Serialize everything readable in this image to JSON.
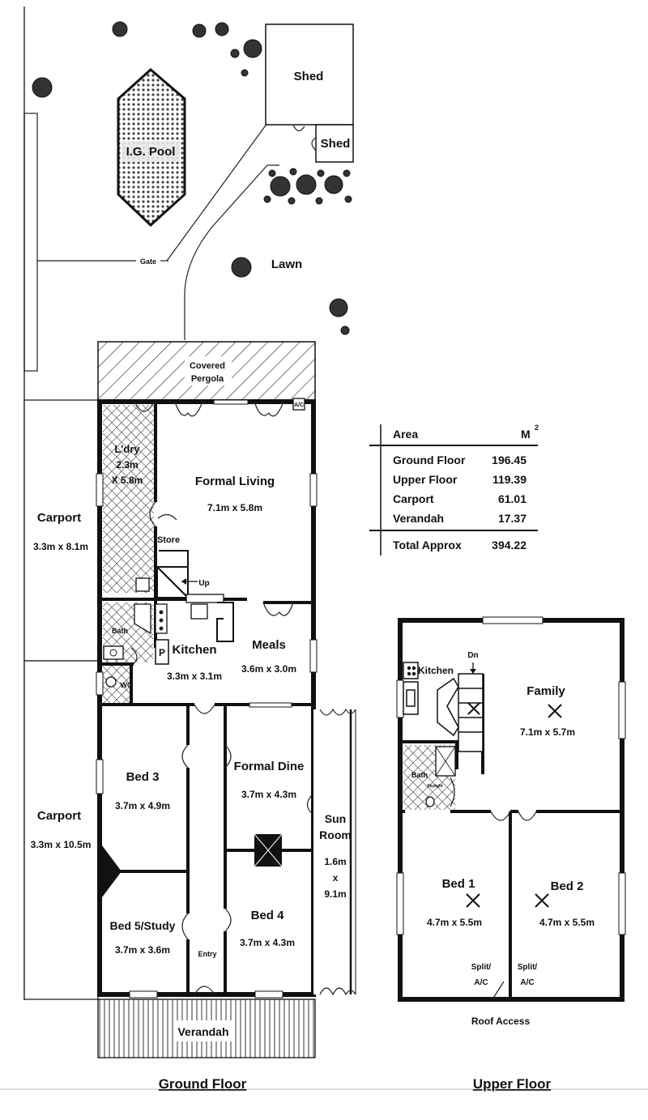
{
  "site": {
    "shed_large": "Shed",
    "shed_small": "Shed",
    "pool": "I.G. Pool",
    "gate": "Gate",
    "lawn": "Lawn",
    "pergola_line1": "Covered",
    "pergola_line2": "Pergola",
    "ac": "A/C"
  },
  "ground_floor": {
    "title": "Ground Floor",
    "rooms": {
      "laundry": {
        "name": "L'dry",
        "dim1": "2.3m",
        "dim2": "X 5.8m"
      },
      "formal_living": {
        "name": "Formal Living",
        "dim": "7.1m x 5.8m"
      },
      "store": {
        "name": "Store"
      },
      "up": {
        "name": "Up"
      },
      "carport_top": {
        "name": "Carport",
        "dim": "3.3m x 8.1m"
      },
      "bath": {
        "name": "Bath"
      },
      "pantry": {
        "name": "P"
      },
      "kitchen": {
        "name": "Kitchen",
        "dim": "3.3m x 3.1m"
      },
      "meals": {
        "name": "Meals",
        "dim": "3.6m x 3.0m"
      },
      "wc": {
        "name": "WC"
      },
      "bed3": {
        "name": "Bed 3",
        "dim": "3.7m x 4.9m"
      },
      "formal_dine": {
        "name": "Formal Dine",
        "dim": "3.7m x 4.3m"
      },
      "sun_room": {
        "line1": "Sun",
        "line2": "Room",
        "dim1": "1.6m",
        "dim2": "x",
        "dim3": "9.1m"
      },
      "carport_bottom": {
        "name": "Carport",
        "dim": "3.3m x 10.5m"
      },
      "bed5": {
        "name": "Bed 5/Study",
        "dim": "3.7m x 3.6m"
      },
      "bed4": {
        "name": "Bed 4",
        "dim": "3.7m x 4.3m"
      },
      "entry": {
        "name": "Entry"
      },
      "verandah": {
        "name": "Verandah"
      }
    }
  },
  "upper_floor": {
    "title": "Upper Floor",
    "rooms": {
      "kitchen": {
        "name": "Kitchen"
      },
      "dn": {
        "name": "Dn"
      },
      "family": {
        "name": "Family",
        "dim": "7.1m x 5.7m"
      },
      "bath": {
        "name": "Bath"
      },
      "skylight": {
        "name": "Skylight"
      },
      "bed1": {
        "name": "Bed 1",
        "dim": "4.7m x 5.5m"
      },
      "bed2": {
        "name": "Bed 2",
        "dim": "4.7m x 5.5m"
      },
      "split_ac_1": {
        "line1": "Split/",
        "line2": "A/C"
      },
      "split_ac_2": {
        "line1": "Split/",
        "line2": "A/C"
      },
      "roof_access": "Roof Access"
    }
  },
  "area_table": {
    "header_label": "Area",
    "header_unit": "M",
    "header_unit_sup": "2",
    "rows": [
      {
        "label": "Ground Floor",
        "value": "196.45"
      },
      {
        "label": "Upper Floor",
        "value": "119.39"
      },
      {
        "label": "Carport",
        "value": "61.01"
      },
      {
        "label": "Verandah",
        "value": "17.37"
      }
    ],
    "total": {
      "label": "Total Approx",
      "value": "394.22"
    }
  }
}
